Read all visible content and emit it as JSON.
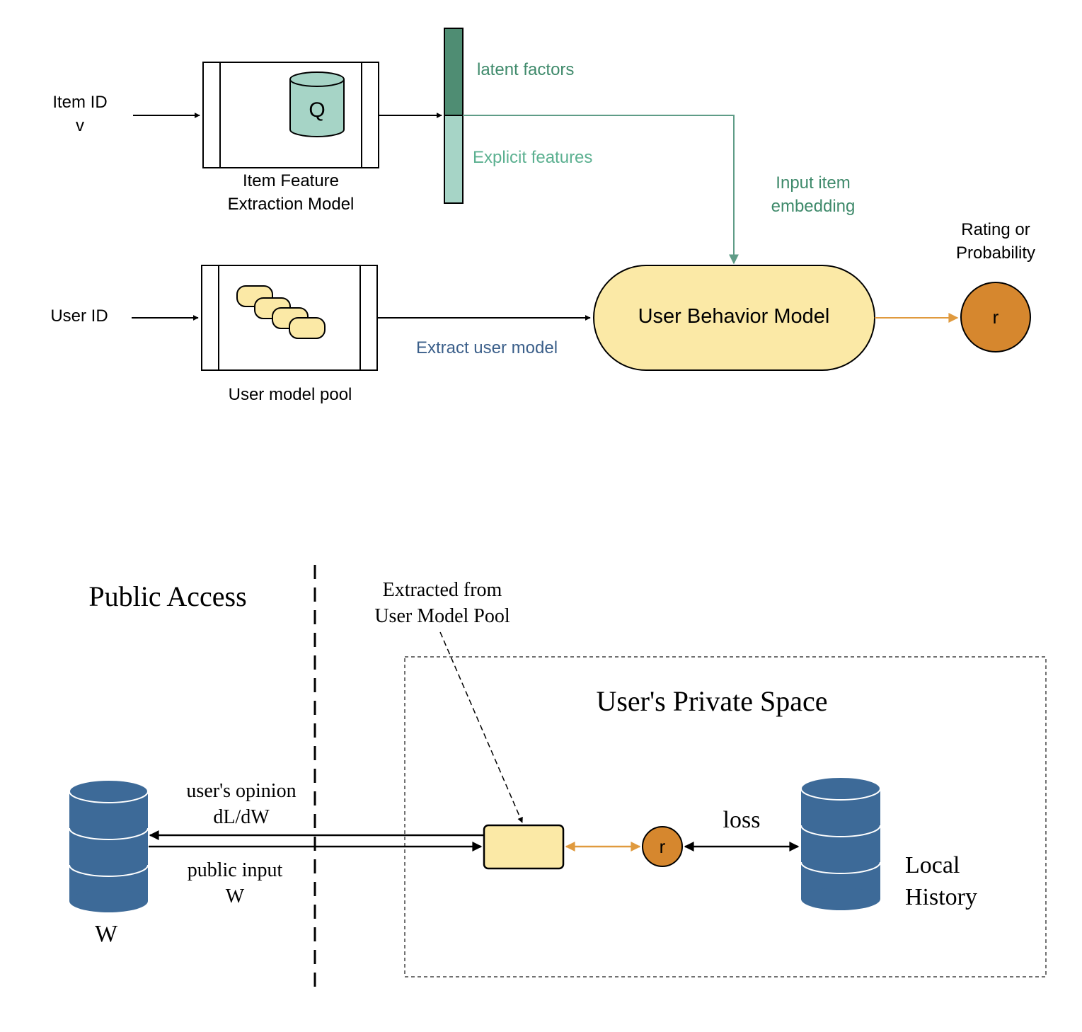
{
  "top": {
    "item_id": "Item ID",
    "item_var": "v",
    "q_label": "Q",
    "item_model": [
      "Item Feature",
      "Extraction Model"
    ],
    "latent": "latent factors",
    "explicit": "Explicit features",
    "input_embed": [
      "Input item",
      "embedding"
    ],
    "rating": [
      "Rating or",
      "Probability"
    ],
    "user_id": "User ID",
    "pool_label": "User model pool",
    "extract": "Extract user model",
    "ubm": "User Behavior Model",
    "r": "r"
  },
  "bottom": {
    "public_access": "Public Access",
    "extracted": [
      "Extracted from",
      "User Model Pool"
    ],
    "private_space": "User's Private Space",
    "opinion": [
      "user's opinion",
      "dL/dW"
    ],
    "public_input": [
      "public input",
      "W"
    ],
    "w_label": "W",
    "loss": "loss",
    "r": "r",
    "local": [
      "Local",
      "History"
    ]
  },
  "colors": {
    "teal_dark": "#4f8d73",
    "teal_light": "#a6d4c6",
    "yellow": "#fbe9a6",
    "orange": "#d6872e",
    "navy": "#3d6a98",
    "blue_label": "#3b5f8a",
    "green_text": "#3f8a6b"
  }
}
